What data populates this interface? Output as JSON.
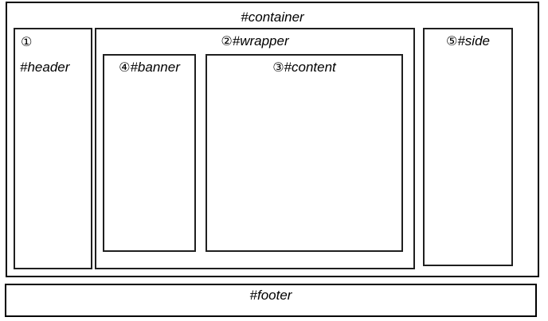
{
  "diagram": {
    "container": {
      "label": "#container"
    },
    "header": {
      "num": "①",
      "label": "#header"
    },
    "wrapper": {
      "num": "②",
      "label": "#wrapper"
    },
    "content": {
      "num": "③",
      "label": "#content"
    },
    "banner": {
      "num": "④",
      "label": "#banner"
    },
    "side": {
      "num": "⑤",
      "label": "#side"
    },
    "footer": {
      "label": "#footer"
    }
  },
  "colors": {
    "background": "#ffffff",
    "outer_border": "#000000",
    "inner_border": "#1f1f1f",
    "text": "#000000"
  }
}
